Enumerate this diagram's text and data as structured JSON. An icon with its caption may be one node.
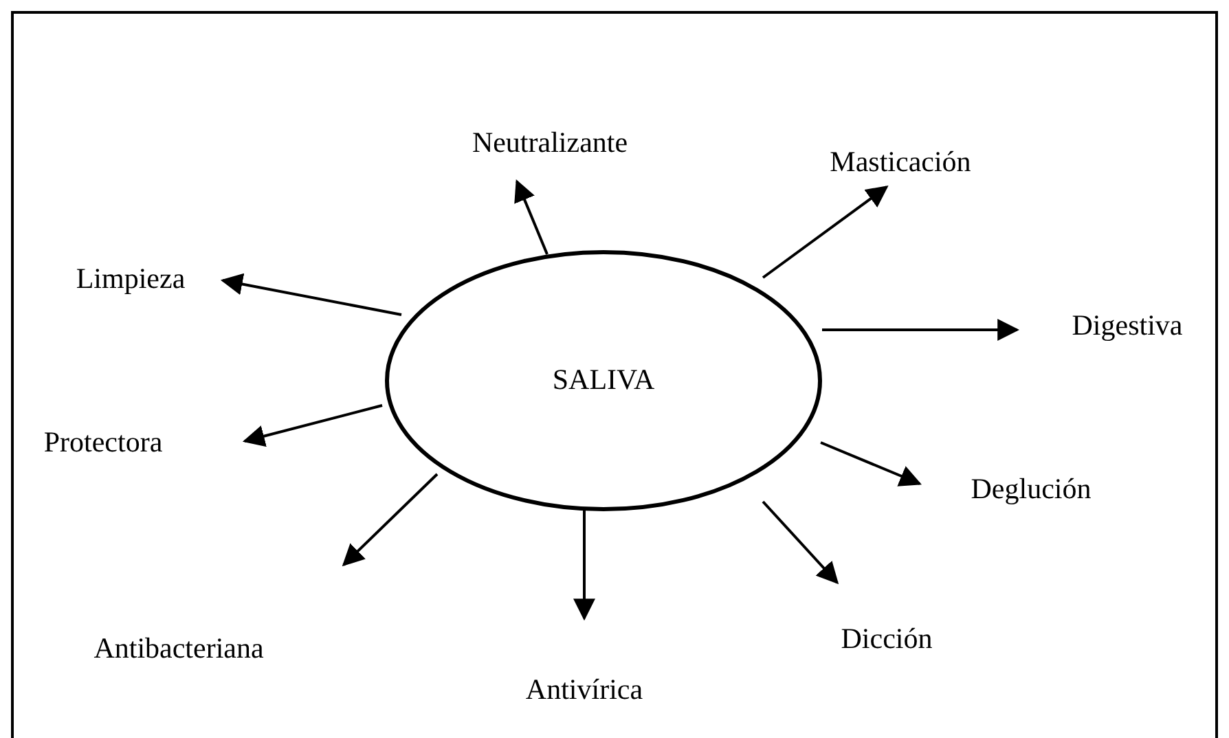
{
  "diagram": {
    "nodes": [
      {
        "text": [
          "SALIVA"
        ]
      },
      {
        "text": [
          "Neutralizante"
        ]
      },
      {
        "text": [
          "Masticación"
        ]
      },
      {
        "text": [
          "Limpieza"
        ]
      },
      {
        "text": [
          "Digestiva"
        ]
      },
      {
        "text": [
          "Protectora"
        ]
      },
      {
        "text": [
          "Deglución"
        ]
      },
      {
        "text": [
          "Antibacteriana"
        ]
      },
      {
        "text": [
          "Dicción"
        ]
      },
      {
        "text": [
          "Antivírica"
        ]
      }
    ],
    "edges": [
      {
        "from": 0,
        "to": 1,
        "arrow": "to"
      },
      {
        "from": 0,
        "to": 2,
        "arrow": "to"
      },
      {
        "from": 0,
        "to": 3,
        "arrow": "to"
      },
      {
        "from": 0,
        "to": 4,
        "arrow": "to"
      },
      {
        "from": 0,
        "to": 5,
        "arrow": "to"
      },
      {
        "from": 0,
        "to": 6,
        "arrow": "to"
      },
      {
        "from": 0,
        "to": 7,
        "arrow": "to"
      },
      {
        "from": 0,
        "to": 8,
        "arrow": "to"
      },
      {
        "from": 0,
        "to": 9,
        "arrow": "to"
      }
    ]
  }
}
